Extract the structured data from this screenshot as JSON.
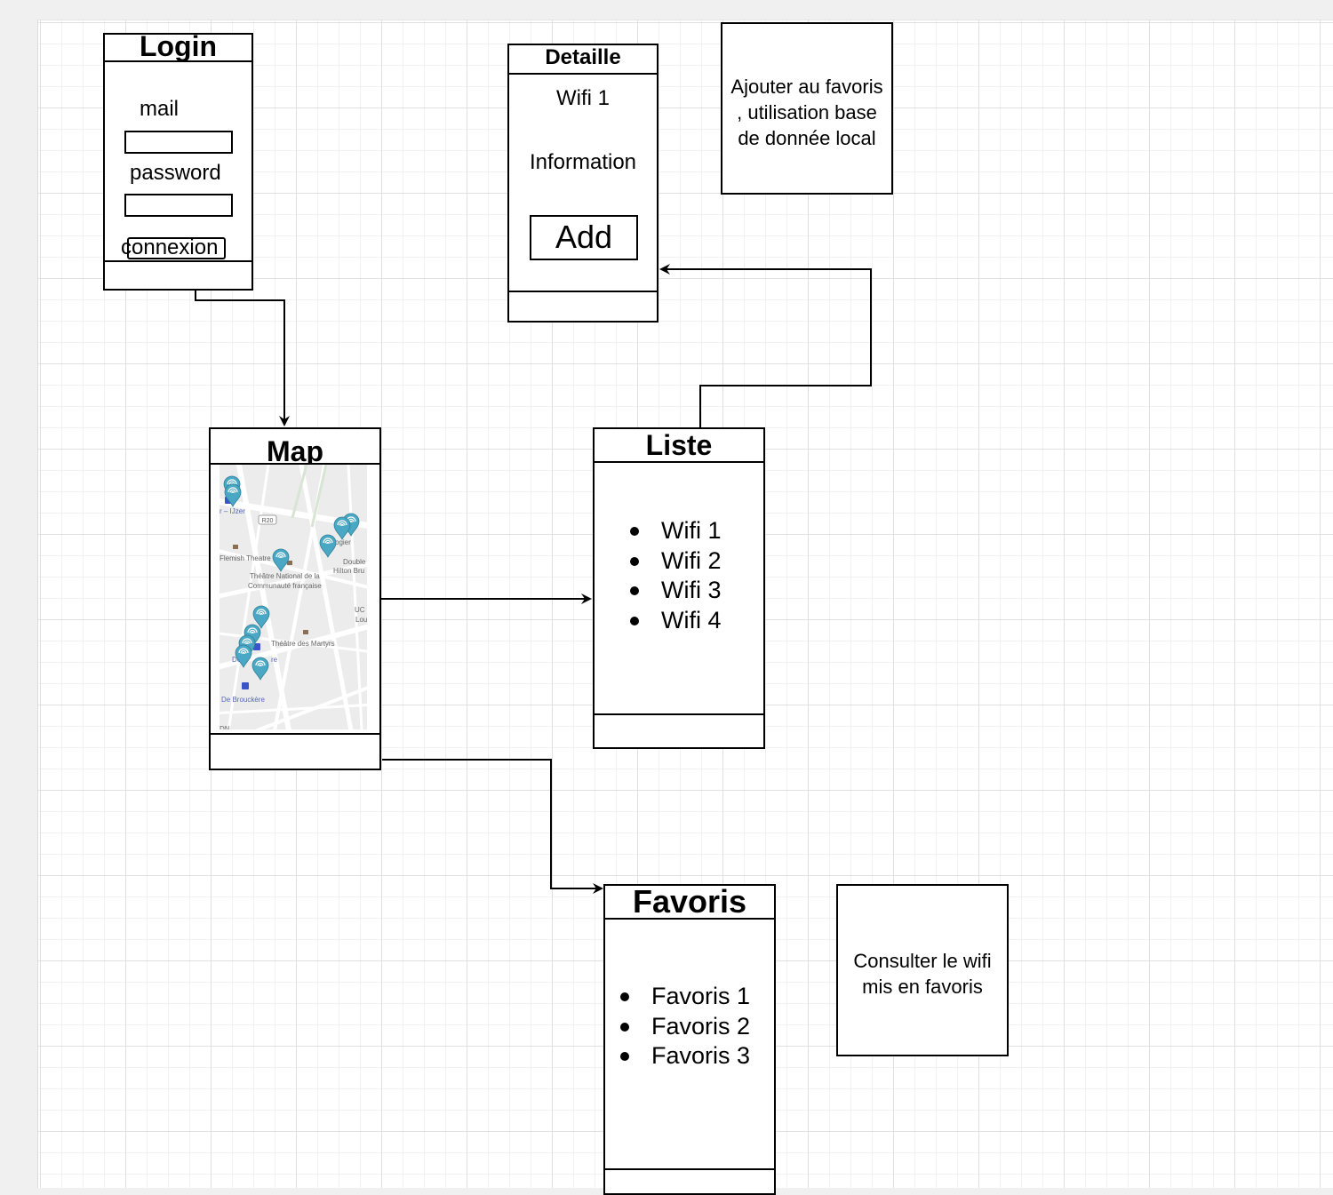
{
  "login": {
    "title": "Login",
    "mail_label": "mail",
    "password_label": "password",
    "connexion_label": "connexion"
  },
  "detaille": {
    "title": "Detaille",
    "item": "Wifi 1",
    "info": "Information",
    "add_label": "Add"
  },
  "note_favoris": {
    "line1": "Ajouter au favoris",
    "line2": ", utilisation base",
    "line3": "de donnée local"
  },
  "map_screen": {
    "title": "Map",
    "labels": {
      "street_yser": "r – IJzer",
      "route": "R20",
      "rogier": "ogier",
      "flemish": "Flemish Theatre",
      "double": "Double",
      "hilton": "Hilton Bru",
      "tn1": "Théâtre National de la",
      "tn2": "Communauté française",
      "uc": "UC",
      "lou": "Lou",
      "martyrs": "Théâtre des Martyrs",
      "de_b_1": "De",
      "de_b_2": "re",
      "brouckere": "De Brouckère",
      "bottom": "DN"
    }
  },
  "liste": {
    "title": "Liste",
    "items": [
      "Wifi 1",
      "Wifi 2",
      "Wifi 3",
      "Wifi 4"
    ]
  },
  "favoris": {
    "title": "Favoris",
    "items": [
      "Favoris 1",
      "Favoris 2",
      "Favoris 3"
    ]
  },
  "note_consulter": {
    "line1": "Consulter le wifi",
    "line2": "mis en favoris"
  },
  "colors": {
    "pin": "#4aa8c4",
    "map_bg": "#ececec",
    "road": "#ffffff",
    "metro": "#3b55c7"
  }
}
